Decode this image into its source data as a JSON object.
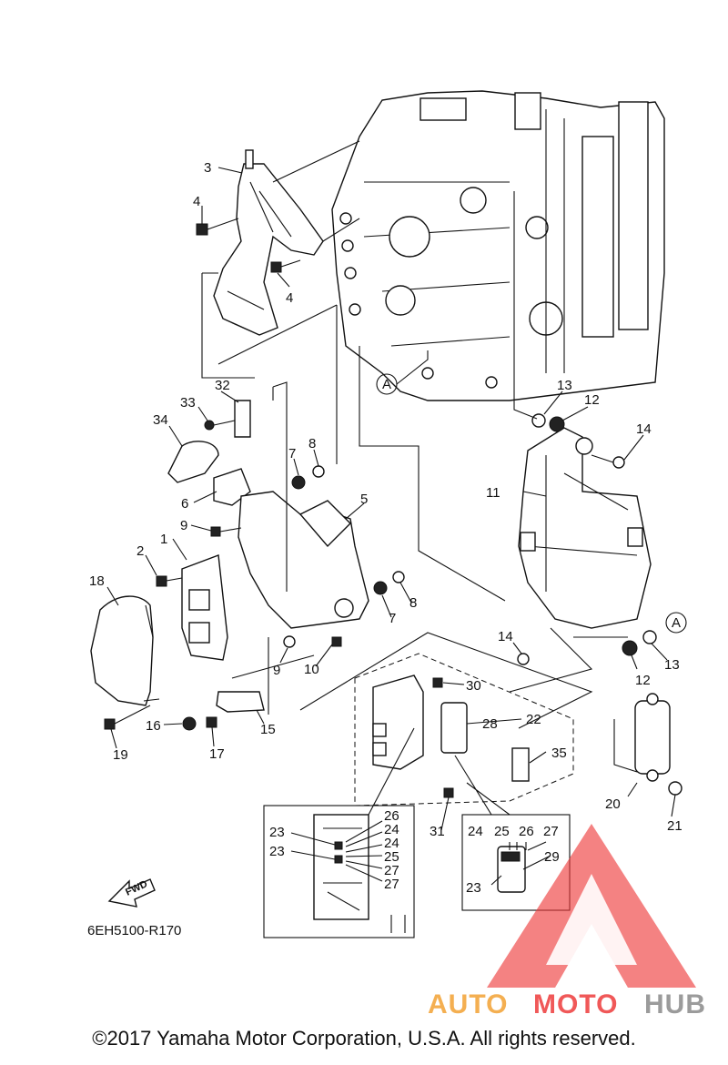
{
  "callouts": {
    "c1": "1",
    "c2": "2",
    "c3": "3",
    "c4a": "4",
    "c4b": "4",
    "c5": "5",
    "c6": "6",
    "c7a": "7",
    "c7b": "7",
    "c8a": "8",
    "c8b": "8",
    "c9a": "9",
    "c9b": "9",
    "c10": "10",
    "c11": "11",
    "c12a": "12",
    "c12b": "12",
    "c13a": "13",
    "c13b": "13",
    "c14a": "14",
    "c14b": "14",
    "c15": "15",
    "c16": "16",
    "c17": "17",
    "c18": "18",
    "c19": "19",
    "c20": "20",
    "c21": "21",
    "c22": "22",
    "c23a": "23",
    "c23b": "23",
    "c23c": "23",
    "c24a": "24",
    "c24b": "24",
    "c24c": "24",
    "c25a": "25",
    "c25b": "25",
    "c26a": "26",
    "c26b": "26",
    "c27a": "27",
    "c27b": "27",
    "c27c": "27",
    "c28": "28",
    "c29": "29",
    "c30": "30",
    "c31": "31",
    "c32": "32",
    "c33": "33",
    "c34": "34",
    "c35": "35"
  },
  "ref_marker": "A",
  "fwd_label": "FWD",
  "diagram_code": "6EH5100-R170",
  "watermark": {
    "auto": "AUTO",
    "moto": "MOTO",
    "hub": "HUB",
    "color_red": "#ee3b3b",
    "color_orange": "#f3a233",
    "color_gray": "#8a8a8a"
  },
  "copyright": "©2017 Yamaha Motor Corporation, U.S.A. All rights reserved."
}
